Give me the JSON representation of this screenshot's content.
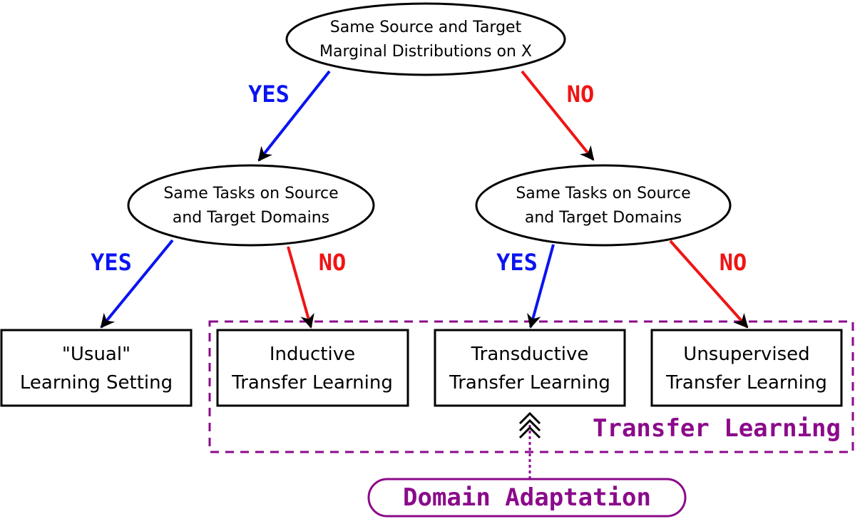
{
  "colors": {
    "yes": "#0A14F0",
    "no": "#F01414",
    "accent": "#8B0A8B",
    "stroke": "#000000"
  },
  "nodes": {
    "root": {
      "line1": "Same Source and Target",
      "line2": "Marginal Distributions on X"
    },
    "left_decision": {
      "line1": "Same Tasks on Source",
      "line2": "and Target Domains"
    },
    "right_decision": {
      "line1": "Same Tasks on Source",
      "line2": "and Target Domains"
    }
  },
  "edge_labels": {
    "root_yes": "YES",
    "root_no": "NO",
    "left_yes": "YES",
    "left_no": "NO",
    "right_yes": "YES",
    "right_no": "NO"
  },
  "leaves": {
    "usual": {
      "line1": "\"Usual\"",
      "line2": "Learning Setting"
    },
    "inductive": {
      "line1": "Inductive",
      "line2": "Transfer Learning"
    },
    "transductive": {
      "line1": "Transductive",
      "line2": "Transfer Learning"
    },
    "unsupervised": {
      "line1": "Unsupervised",
      "line2": "Transfer Learning"
    }
  },
  "groups": {
    "transfer_learning_label": "Transfer Learning",
    "domain_adaptation_label": "Domain Adaptation"
  }
}
